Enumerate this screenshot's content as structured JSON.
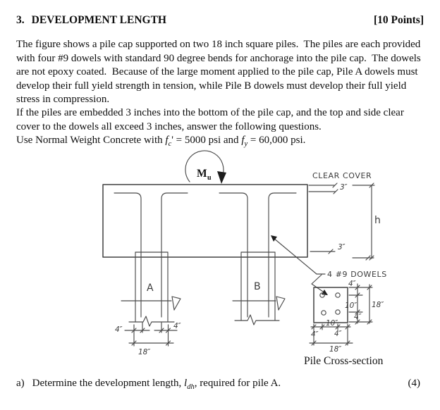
{
  "header": {
    "title_number": "3.",
    "title": "DEVELOPMENT LENGTH",
    "points": "[10 Points]"
  },
  "paragraph1": {
    "lines": [
      "The figure shows a pile cap supported on two 18 inch square piles.  The piles are each provided",
      "with four #9 dowels with standard 90 degree bends for anchorage into the pile cap.  The dowels",
      "are not epoxy coated.  Because of the large moment applied to the pile cap, Pile A dowels must",
      "develop their full yield strength in tension, while Pile B dowels must develop their full yield",
      "stress in compression."
    ]
  },
  "paragraph2": {
    "lines": [
      "If the piles are embedded 3 inches into the bottom of the pile cap, and the top and side clear",
      "cover to the dowels all exceed 3 inches, answer the following questions."
    ],
    "use_line": {
      "prefix": "Use Normal Weight Concrete with ",
      "fc_var": "f",
      "fc_sub": "c",
      "mid": "' = 5000 psi and ",
      "fy_var": "f",
      "fy_sub": "y",
      "end": " = 60,000 psi."
    }
  },
  "figure": {
    "moment_label": "M",
    "moment_sub": "u",
    "clear_cover_label": "CLEAR COVER",
    "dim_top_cover": "3″",
    "dim_bottom_cover": "3″",
    "depth_label": "h",
    "pile_a_label": "A",
    "pile_b_label": "B",
    "dowels_label": "4 #9 DOWELS",
    "pile_a_dims": {
      "left_4": "4″",
      "right_4": "4″",
      "width_18": "18″"
    },
    "cross_section": {
      "top_4": "4″",
      "right_10": "10″",
      "right_4": "4″",
      "right_18": "18″",
      "bottom_10": "10″",
      "bottom_left_4": "4″",
      "bottom_right_4": "4″",
      "bottom_18": "18″",
      "caption": "Pile Cross-section"
    }
  },
  "question": {
    "label": "a)",
    "before": "Determine the development length, ",
    "var": "l",
    "var_sub": "dh",
    "after": ", required for pile A.",
    "points": "(4)"
  }
}
